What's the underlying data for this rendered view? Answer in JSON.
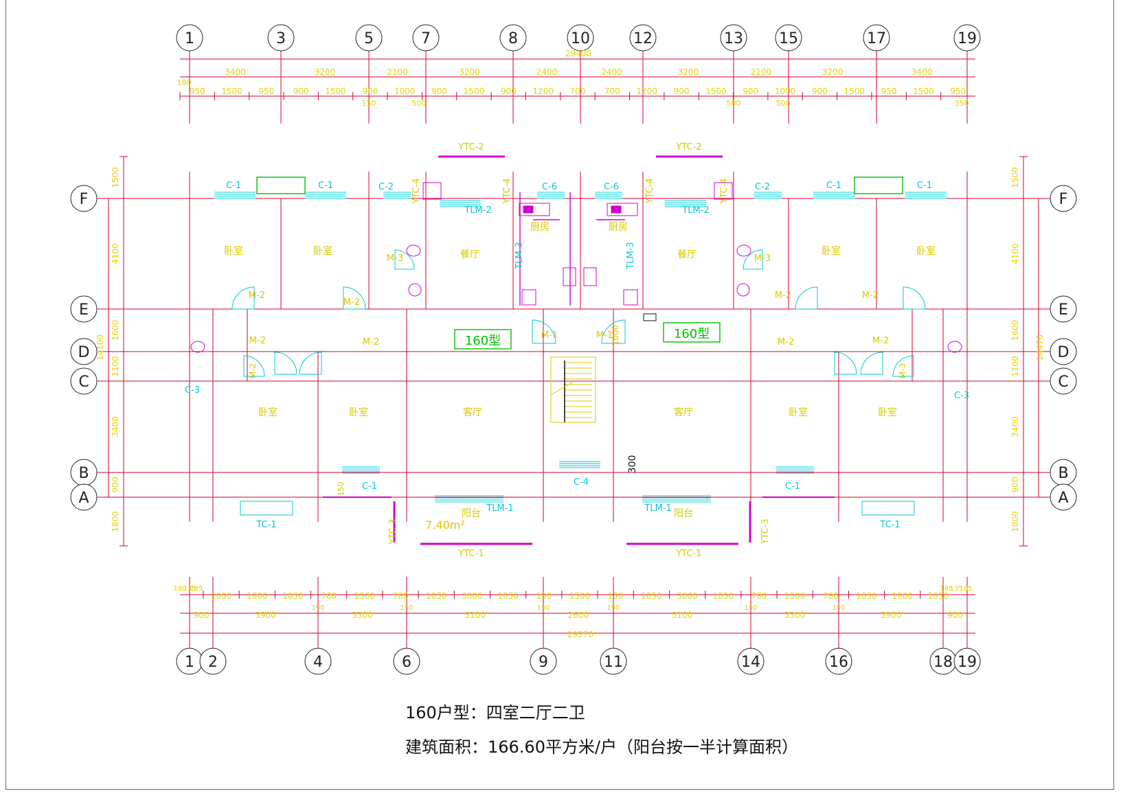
{
  "grid": {
    "top": [
      "1",
      "3",
      "5",
      "7",
      "8",
      "10",
      "12",
      "13",
      "15",
      "17",
      "19"
    ],
    "bottom": [
      "1",
      "2",
      "4",
      "6",
      "9",
      "11",
      "14",
      "16",
      "18",
      "19"
    ],
    "rows": [
      "F",
      "E",
      "D",
      "C",
      "B",
      "A"
    ]
  },
  "dims": {
    "top_total": "29400",
    "top_row1": [
      "3400",
      "3200",
      "2100",
      "3200",
      "2400",
      "2400",
      "3200",
      "2100",
      "3200",
      "3400"
    ],
    "top_row2": [
      "950",
      "1500",
      "950",
      "900",
      "1500",
      "900",
      "1000",
      "900",
      "1500",
      "900",
      "1200",
      "700",
      "700",
      "1200",
      "900",
      "1500",
      "900",
      "1000",
      "900",
      "1500",
      "950",
      "1500",
      "950"
    ],
    "top_small": [
      "180",
      "150",
      "500",
      "500",
      "500",
      "350",
      "180"
    ],
    "bottom_row1": [
      "1050",
      "1800",
      "1050",
      "780",
      "1500",
      "780",
      "1050",
      "3000",
      "1050",
      "150",
      "1500",
      "150",
      "1050",
      "3000",
      "1050",
      "780",
      "1500",
      "780",
      "1050",
      "1800",
      "1050"
    ],
    "bottom_row2": [
      "900",
      "3900",
      "3300",
      "5100",
      "2600",
      "5100",
      "3300",
      "3900",
      "900"
    ],
    "bottom_small": [
      "180",
      "135",
      "185",
      "150",
      "150",
      "150",
      "150",
      "150",
      "150",
      "185",
      "135",
      "185"
    ],
    "bottom_total": "29370",
    "left_segments": [
      "1500",
      "4100",
      "1600",
      "1100",
      "3400",
      "900",
      "1800"
    ],
    "left_total": "14100",
    "right_segments": [
      "1500",
      "4100",
      "1600",
      "1100",
      "3400",
      "900",
      "1800"
    ],
    "right_total": "14470"
  },
  "openings": {
    "windows": [
      "C-1",
      "C-1",
      "C-2",
      "C-6",
      "C-6",
      "C-2",
      "C-1",
      "C-1",
      "C-3",
      "C-3",
      "C-1",
      "C-4",
      "C-1"
    ],
    "balcony_windows": [
      "YTC-2",
      "YTC-2",
      "YTC-1",
      "YTC-1",
      "YTC-3",
      "YTC-3",
      "YTC-4",
      "YTC-4",
      "YTC-4",
      "YTC-4"
    ],
    "doors": [
      "M-2",
      "M-2",
      "M-3",
      "M-2",
      "M-2",
      "M-2",
      "M-2",
      "M-3",
      "M-1",
      "M-1",
      "M-2",
      "M-2",
      "M-2",
      "M-2",
      "M-3"
    ],
    "sliding_doors": [
      "TLM-2",
      "TLM-2",
      "TLM-3",
      "TLM-3",
      "TLM-1",
      "TLM-1"
    ],
    "bay_windows": [
      "TC-1",
      "TC-1"
    ]
  },
  "rooms": {
    "bedroom": "卧室",
    "living_room": "客厅",
    "dining_room": "餐厅",
    "kitchen": "厨房",
    "balcony": "阳台",
    "unit_type": "160型",
    "balcony_area": "7.40m²"
  },
  "misc": {
    "dim_300": "300",
    "dim_1000": "1000",
    "dim_150": "150"
  },
  "caption": {
    "line1": "160户型：四室二厅二卫",
    "line2": "建筑面积：166.60平方米/户（阳台按一半计算面积）"
  },
  "colors": {
    "axis": "#d4002a",
    "dim_text": "#e6d200",
    "window": "#00c8d8",
    "door": "#00c8d8",
    "wall_accent": "#d000d0",
    "label_green": "#00c000",
    "drawing_text": "#d8c800",
    "bubble": "#222222"
  }
}
